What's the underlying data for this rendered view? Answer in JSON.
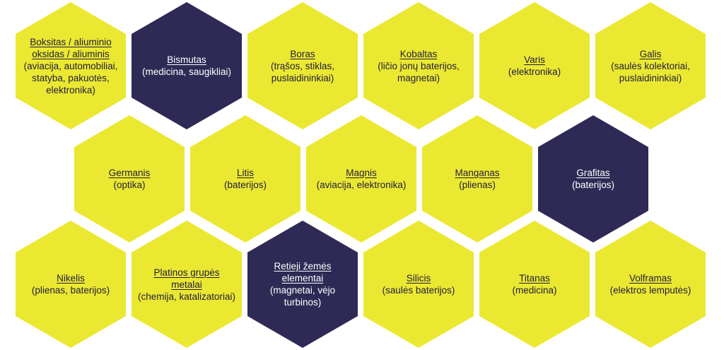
{
  "colors": {
    "yellow": "#ebe832",
    "navy": "#2e2a55",
    "text_dark": "#1f1d3f",
    "text_light": "#ffffff"
  },
  "cells": [
    {
      "name": "Boksitas / aliuminio oksidas / aliuminis",
      "use": "(aviacija, automobiliai, statyba, pakuotės, elektronika)",
      "color": "yellow"
    },
    {
      "name": "Bismutas",
      "use": "(medicina, saugikliai)",
      "color": "navy"
    },
    {
      "name": "Boras",
      "use": "(trąšos, stiklas, puslaidininkiai)",
      "color": "yellow"
    },
    {
      "name": "Kobaltas",
      "use": "(ličio jonų baterijos, magnetai)",
      "color": "yellow"
    },
    {
      "name": "Varis",
      "use": "(elektronika)",
      "color": "yellow"
    },
    {
      "name": "Galis",
      "use": "(saulės kolektoriai, puslaidininkiai)",
      "color": "yellow"
    },
    {
      "name": "Germanis",
      "use": "(optika)",
      "color": "yellow"
    },
    {
      "name": "Litis",
      "use": "(baterijos)",
      "color": "yellow"
    },
    {
      "name": "Magnis",
      "use": "(aviacija, elektronika)",
      "color": "yellow"
    },
    {
      "name": "Manganas",
      "use": "(plienas)",
      "color": "yellow"
    },
    {
      "name": "Grafitas",
      "use": "(baterijos)",
      "color": "navy"
    },
    {
      "name": "Nikelis",
      "use": "(plienas, baterijos)",
      "color": "yellow"
    },
    {
      "name": "Platinos grupės metalai",
      "use": "(chemija, katalizatoriai)",
      "color": "yellow"
    },
    {
      "name": "Retieji žemės elementai",
      "use": "(magnetai, vėjo turbinos)",
      "color": "navy"
    },
    {
      "name": "Silicis",
      "use": "(saulės baterijos)",
      "color": "yellow"
    },
    {
      "name": "Titanas",
      "use": "(medicina)",
      "color": "yellow"
    },
    {
      "name": "Volframas",
      "use": "(elektros lemputės)",
      "color": "yellow"
    }
  ]
}
